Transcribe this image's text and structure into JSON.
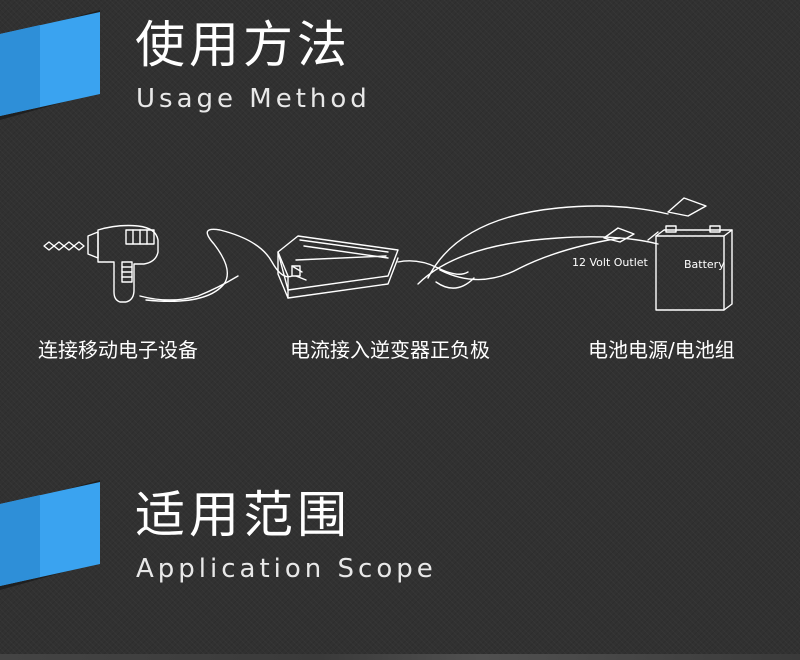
{
  "usage": {
    "title_zh": "使用方法",
    "title_en": "Usage Method",
    "labels": {
      "outlet": "12 Volt Outlet",
      "battery": "Battery"
    },
    "captions": [
      "连接移动电子设备",
      "电流接入逆变器正负极",
      "电池电源/电池组"
    ]
  },
  "scope": {
    "title_zh": "适用范围",
    "title_en": "Application Scope"
  },
  "colors": {
    "accent": "#3aa3f0",
    "background": "#313131",
    "line_art": "#ffffff"
  }
}
